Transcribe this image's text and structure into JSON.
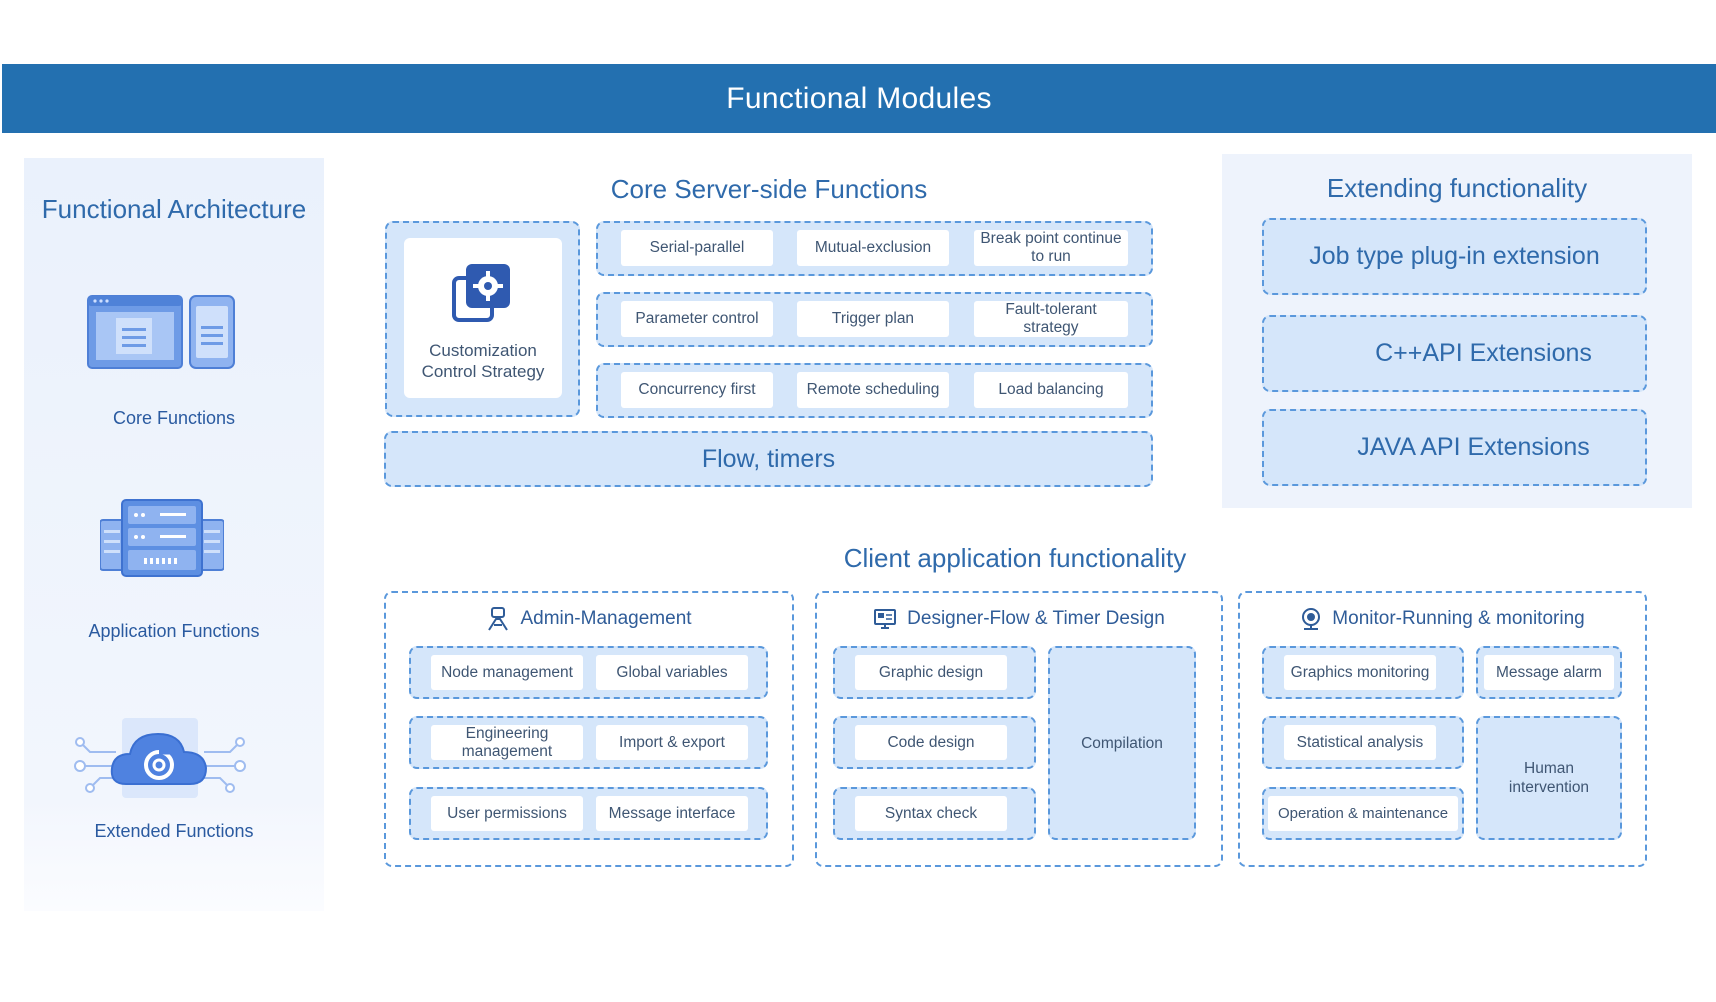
{
  "header": {
    "title": "Functional Modules"
  },
  "architecture": {
    "title": "Functional Architecture",
    "items": [
      {
        "label": "Core Functions",
        "icon": "window-and-phone-icon"
      },
      {
        "label": "Application Functions",
        "icon": "server-rack-icon"
      },
      {
        "label": "Extended Functions",
        "icon": "cloud-network-icon"
      }
    ]
  },
  "core": {
    "title": "Core Server-side Functions",
    "custom_line1": "Customization",
    "custom_line2": "Control Strategy",
    "rows": [
      [
        "Serial-parallel",
        "Mutual-exclusion",
        "Break point continue to run"
      ],
      [
        "Parameter control",
        "Trigger plan",
        "Fault-tolerant strategy"
      ],
      [
        "Concurrency first",
        "Remote scheduling",
        "Load balancing"
      ]
    ],
    "flow": "Flow, timers"
  },
  "extending": {
    "title": "Extending functionality",
    "items": [
      "Job type plug-in extension",
      "C++API Extensions",
      "JAVA API Extensions"
    ]
  },
  "client": {
    "title": "Client application functionality",
    "admin": {
      "title": "Admin-Management",
      "rows": [
        [
          "Node management",
          "Global variables"
        ],
        [
          "Engineering management",
          "Import & export"
        ],
        [
          "User permissions",
          "Message interface"
        ]
      ]
    },
    "designer": {
      "title": "Designer-Flow & Timer Design",
      "items": [
        "Graphic design",
        "Code design",
        "Syntax check"
      ],
      "side": "Compilation"
    },
    "monitor": {
      "title": "Monitor-Running & monitoring",
      "items": [
        "Graphics monitoring",
        "Statistical analysis",
        "Operation & maintenance"
      ],
      "side_top": "Message alarm",
      "side_bottom": "Human intervention"
    }
  },
  "colors": {
    "header": "#2370b0",
    "accent": "#2f6aab",
    "box_fill": "#d5e6fa",
    "dash": "#5a98dc"
  }
}
